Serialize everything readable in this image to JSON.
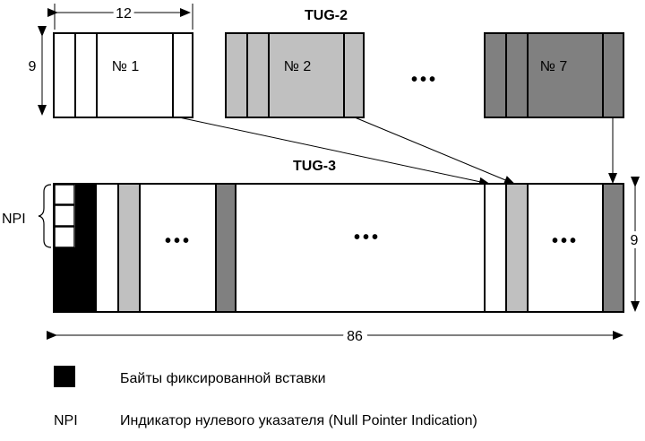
{
  "tug2": {
    "title": "TUG-2",
    "width_label": "12",
    "height_label": "9",
    "frame1_label": "№ 1",
    "frame2_label": "№ 2",
    "frame7_label": "№ 7",
    "ellipsis": "•••"
  },
  "tug3": {
    "title": "TUG-3",
    "width_label": "86",
    "height_label": "9",
    "npi_label": "NPI",
    "ellipsis": "•••"
  },
  "legend": {
    "fixed_stuff_text": "Байты фиксированной вставки",
    "npi_key": "NPI",
    "npi_text": "Индикатор нулевого указателя (Null Pointer Indication)"
  },
  "colors": {
    "frame1_fill": "#ffffff",
    "frame2_fill": "#c0c0c0",
    "frame7_fill": "#808080",
    "fixed_stuff": "#000000",
    "line": "#000000"
  }
}
